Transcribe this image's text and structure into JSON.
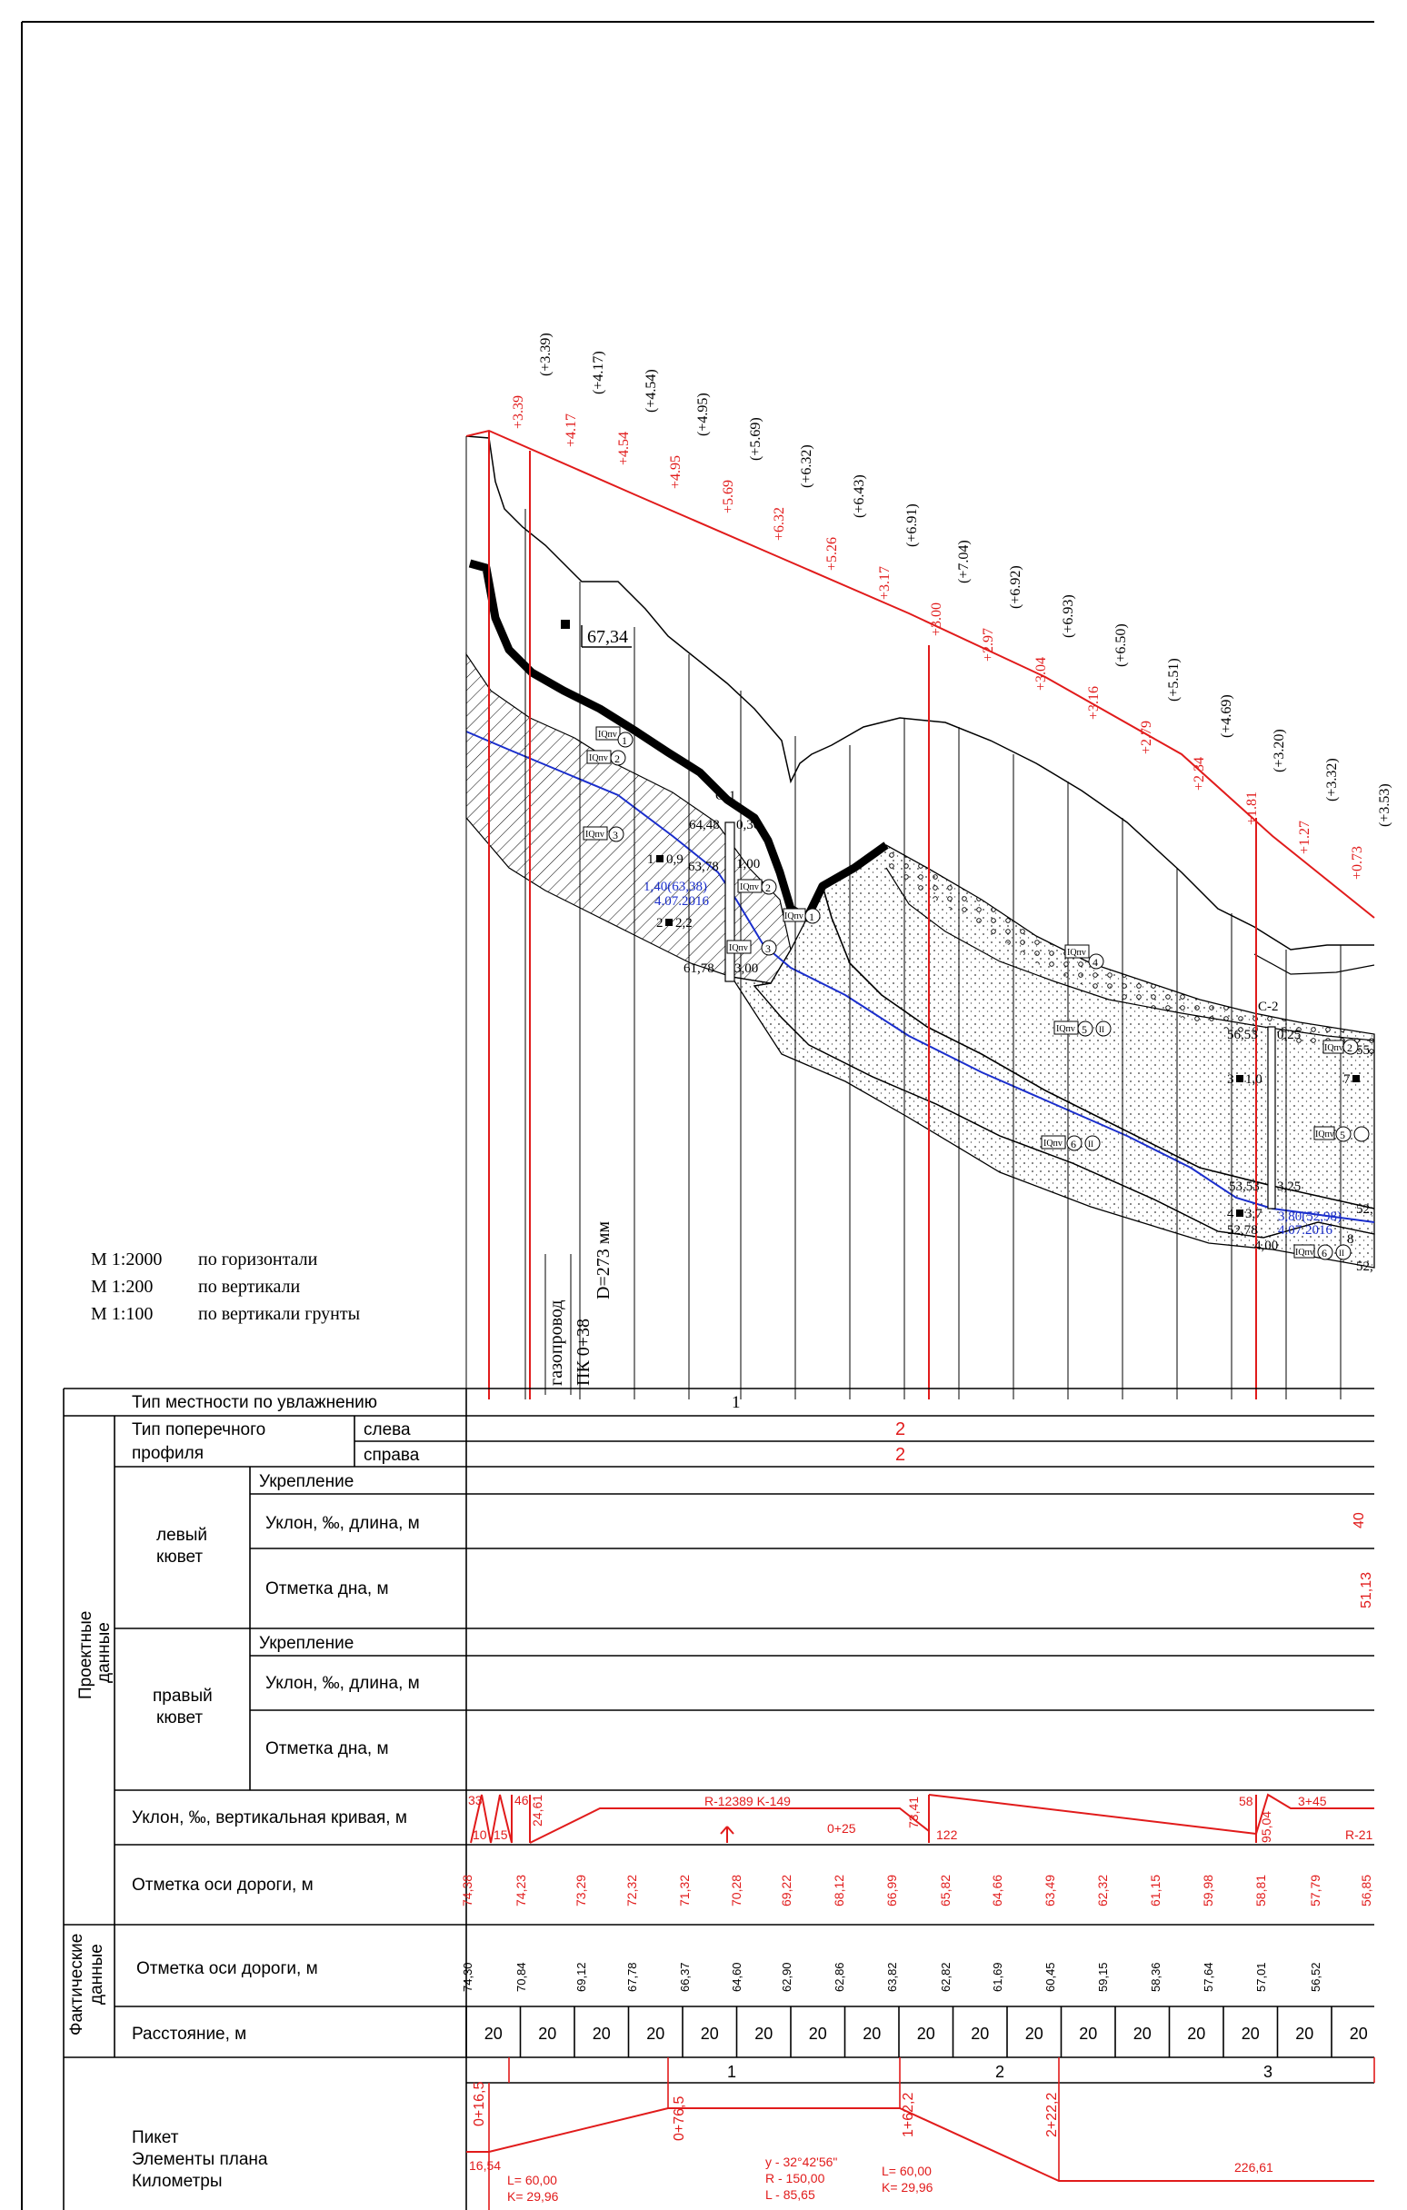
{
  "scales": [
    {
      "scale": "М 1:2000",
      "desc": "по горизонтали"
    },
    {
      "scale": "М 1:200",
      "desc": "по вертикали"
    },
    {
      "scale": "М 1:100",
      "desc": "по вертикали грунты"
    }
  ],
  "pipeline": {
    "line1": "газопровод",
    "line2": "ПК 0+38",
    "line3": "D=273 мм"
  },
  "benchmark": "67,34",
  "colors": {
    "design": "#e11b1b",
    "water": "#1a2ecc",
    "ink": "#000000"
  },
  "work_marks": [
    {
      "design": "+3.39",
      "actual": "(+3.39)"
    },
    {
      "design": "+4.17",
      "actual": "(+4.17)"
    },
    {
      "design": "+4.54",
      "actual": "(+4.54)"
    },
    {
      "design": "+4.95",
      "actual": "(+4.95)"
    },
    {
      "design": "+5.69",
      "actual": "(+5.69)"
    },
    {
      "design": "+6.32",
      "actual": "(+6.32)"
    },
    {
      "design": "+5.26",
      "actual": "(+6.43)"
    },
    {
      "design": "+3.17",
      "actual": "(+6.91)"
    },
    {
      "design": "+3.00",
      "actual": "(+7.04)"
    },
    {
      "design": "+2.97",
      "actual": "(+6.92)"
    },
    {
      "design": "+3.04",
      "actual": "(+6.93)"
    },
    {
      "design": "+3.16",
      "actual": "(+6.50)"
    },
    {
      "design": "+2.79",
      "actual": "(+5.51)"
    },
    {
      "design": "+2.34",
      "actual": "(+4.69)"
    },
    {
      "design": "+1.81",
      "actual": "(+3.20)"
    },
    {
      "design": "+1.27",
      "actual": "(+3.32)"
    },
    {
      "design": "+0.73",
      "actual": "(+3.53)"
    }
  ],
  "boreholes": {
    "c1": {
      "name": "С-1",
      "top": "64,48",
      "top_depth": "0,30",
      "l1": "63,78",
      "d1": "1,00",
      "gw": "1,40(63,38)",
      "date": "4.07.2016",
      "bottom": "61,78",
      "depth": "3,00",
      "s1": "1",
      "v1": "0,9",
      "s2": "2",
      "v2": "2,2"
    },
    "c2": {
      "name": "С-2",
      "top": "56,53",
      "top_depth": "0,25",
      "l1": "53,53",
      "d1": "3,25",
      "gw": "3,80(52,98)",
      "date": "4.07.2016",
      "bottom": "52,78",
      "depth": "4,00",
      "s3": "3",
      "v3": "1,0",
      "s4": "4",
      "v4": "3,7",
      "s7": "7",
      "r1": "55,",
      "r2": "52,",
      "r3": "52,",
      "r4": "8"
    }
  },
  "soil_tags": {
    "t1": "1",
    "t2": "2",
    "t3": "3",
    "t4": "4",
    "t5": "5",
    "t6": "6",
    "sub": "II",
    "code": "IQпv"
  },
  "table": {
    "terrain_label": "Тип местности по увлажнению",
    "terrain_value": "1",
    "cross_section_label": "Тип поперечного профиля",
    "left": "слева",
    "right": "справа",
    "left_value": "2",
    "right_value": "2",
    "design_group": "Проектные данные",
    "actual_group": "Фактические данные",
    "left_ditch": "левый кювет",
    "right_ditch": "правый кювет",
    "reinforcement": "Укрепление",
    "slope_len": "Уклон, ‰, длина, м",
    "bottom_elev": "Отметка дна, м",
    "ditch_slope_partial": "40",
    "ditch_bottom_partial": "51,13",
    "grade_label": "Уклон, ‰, вертикальная кривая, м",
    "grade_items": {
      "g1": "33",
      "g1b": "10",
      "g2": "15",
      "g3": "46",
      "g4": "24,61",
      "curve": "R-12389 K-149",
      "pk25": "0+25",
      "g5": "73,41",
      "g6": "122",
      "g7": "58",
      "g8": "95,04",
      "g9": "3+45",
      "g10": "R-21"
    },
    "design_axis_label": "Отметка оси дороги, м",
    "design_axis_values": [
      "74,38",
      "74,23",
      "73,29",
      "72,32",
      "71,32",
      "70,28",
      "69,22",
      "68,12",
      "66,99",
      "65,82",
      "64,66",
      "63,49",
      "62,32",
      "61,15",
      "59,98",
      "58,81",
      "57,79",
      "56,85"
    ],
    "actual_axis_label": "Отметка оси дороги, м",
    "actual_axis_values": [
      "74,30",
      "70,84",
      "69,12",
      "67,78",
      "66,37",
      "64,60",
      "62,90",
      "62,86",
      "63,82",
      "62,82",
      "61,69",
      "60,45",
      "59,15",
      "58,36",
      "57,64",
      "57,01",
      "56,52"
    ],
    "distance_label": "Расстояние, м",
    "distances": [
      "20",
      "20",
      "20",
      "20",
      "20",
      "20",
      "20",
      "20",
      "20",
      "20",
      "20",
      "20",
      "20",
      "20",
      "20",
      "20",
      "20"
    ],
    "picket_label": "Пикет",
    "plan_label": "Элементы плана",
    "km_label": "Километры",
    "pickets": [
      "1",
      "2",
      "3"
    ],
    "plan_marks": {
      "p1": "0+16,5",
      "p2": "0+76,5",
      "p3": "1+62,2",
      "p4": "2+22,2",
      "d0": "16,54",
      "d1": "226,61"
    },
    "plan_left": {
      "l": "L= 60,00",
      "k": "K= 29,96"
    },
    "plan_curve": {
      "u": "у - 32°42'56\"",
      "r": "R - 150,00",
      "l": "L - 85,65"
    },
    "plan_right": {
      "l": "L= 60,00",
      "k": "K= 29,96"
    }
  }
}
